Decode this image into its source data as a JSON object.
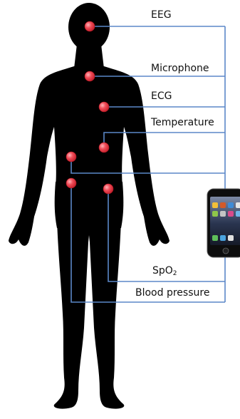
{
  "colors": {
    "silhouette": "#000000",
    "sensor": "#e23a45",
    "sensor_highlight": "#ff9aa2",
    "wire": "#5b87c8",
    "background": "#ffffff"
  },
  "labels": {
    "eeg": "EEG",
    "microphone": "Microphone",
    "ecg": "ECG",
    "temperature": "Temperature",
    "spo2_main": "SpO",
    "spo2_sub": "2",
    "blood_pressure": "Blood pressure"
  },
  "device": {
    "icon": "smartphone-icon"
  }
}
